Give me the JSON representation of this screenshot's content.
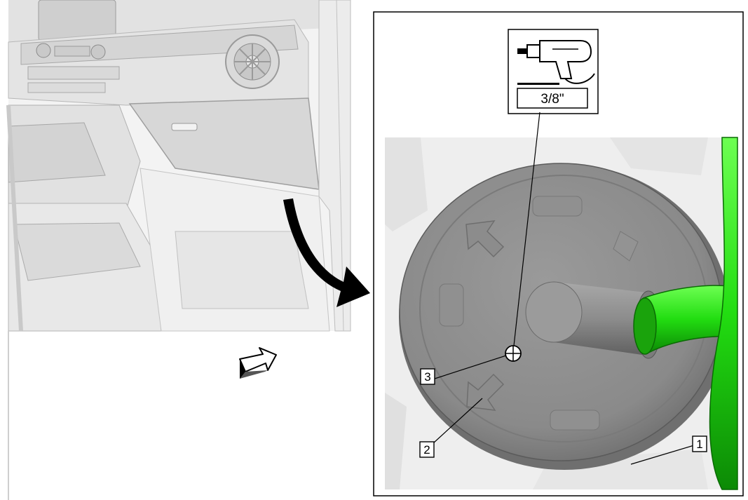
{
  "drill_tool": {
    "icon": "drill-icon",
    "bit_size": "3/8\""
  },
  "callouts": [
    {
      "number": "1",
      "target": "grommet-outer-rim"
    },
    {
      "number": "2",
      "target": "grommet-arrow-mark"
    },
    {
      "number": "3",
      "target": "drill-point-mark"
    }
  ],
  "colors": {
    "harness": "#22dd11",
    "grommet": "#8a8a8a",
    "line": "#000000"
  }
}
